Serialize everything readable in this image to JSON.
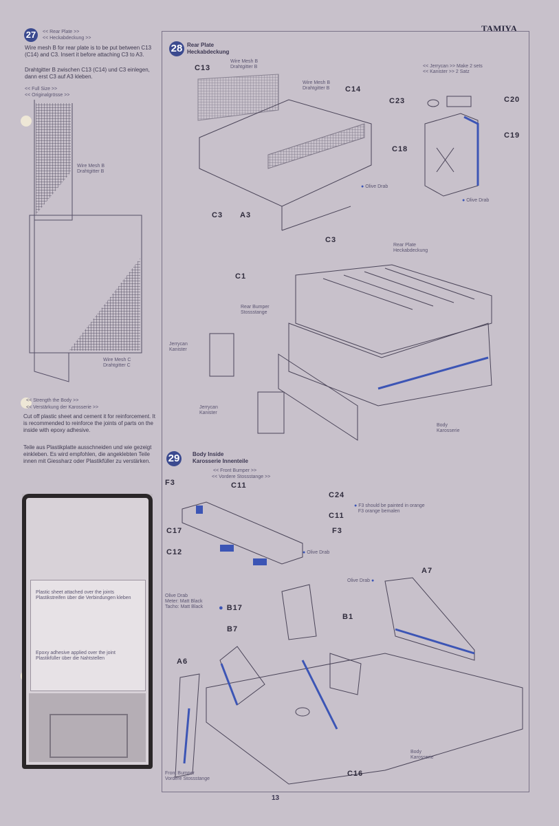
{
  "brand": "TAMIYA",
  "page_number": "13",
  "step27": {
    "number": "27",
    "title_en": "<< Rear Plate >>",
    "title_de": "<< Heckabdeckung >>",
    "text_en": "Wire mesh B for rear plate is to be put between C13 (C14) and C3. Insert it before attaching C3 to A3.",
    "text_de": "Drahtgitter B zwischen C13 (C14) und C3 einlegen, dann erst C3 auf A3 kleben.",
    "full_size_en": "<< Full Size >>",
    "full_size_de": "<< Originalgrösse >>",
    "mesh_b": [
      "Wire Mesh B",
      "Drahtgitter B"
    ],
    "mesh_c": [
      "Wire Mesh C",
      "Drahtgitter C"
    ]
  },
  "strength": {
    "title_en": "<< Strength the Body >>",
    "title_de": "<< Verstärkung der Karosserie >>",
    "text_en": "Cut off plastic sheet and cement it for reinforcement. It is recommended to reinforce the joints of parts on the inside with epoxy adhesive.",
    "text_de": "Teile aus Plastikplatte ausschneiden und wie gezeigt einkleben. Es wird empfohlen, die angeklebten Teile innen mit Giessharz oder Plastikfüller zu verstärken.",
    "photo_caption1": [
      "Plastic sheet attached over the joints",
      "Plastikstreifen über die Verbindungen kleben"
    ],
    "photo_caption2": [
      "Epoxy adhesive applied over the joint",
      "Plastikfüller über die Nahtstellen"
    ]
  },
  "step28": {
    "number": "28",
    "title_en": "Rear Plate",
    "title_de": "Heckabdeckung",
    "parts": {
      "c13": "C13",
      "c14": "C14",
      "c3a": "C3",
      "a3": "A3",
      "c3b": "C3",
      "c23": "C23",
      "c20": "C20",
      "c19": "C19",
      "c18": "C18",
      "c1": "C1"
    },
    "mesh1": [
      "Wire Mesh B",
      "Drahtgitter B"
    ],
    "mesh2": [
      "Wire Mesh B",
      "Drahtgitter B"
    ],
    "paint1": "Olive Drab",
    "paint2": "Olive Drab",
    "jerry_note": [
      "<< Jerrycan >> Make 2 sets",
      "<< Kanister >> 2 Satz"
    ],
    "rear_plate": [
      "Rear Plate",
      "Heckabdeckung"
    ],
    "rear_bumper": [
      "Rear Bumper",
      "Stossstange"
    ],
    "jerry1": [
      "Jerrycan",
      "Kanister"
    ],
    "jerry2": [
      "Jerrycan",
      "Kanister"
    ],
    "body": [
      "Body",
      "Karosserie"
    ]
  },
  "step29": {
    "number": "29",
    "title_en": "Body Inside",
    "title_de": "Karosserie Innenteile",
    "sub_en": "<< Front Bumper >>",
    "sub_de": "<< Vordere Stossstange >>",
    "parts": {
      "f3a": "F3",
      "c11a": "C11",
      "c24": "C24",
      "c11b": "C11",
      "f3b": "F3",
      "c17": "C17",
      "c12": "C12",
      "a7": "A7",
      "b17": "B17",
      "b7": "B7",
      "b1": "B1",
      "a6": "A6",
      "c16": "C16"
    },
    "f3_note": [
      "F3 should be painted in orange",
      "F3 orange bemalen"
    ],
    "paint1": "Olive Drab",
    "paint2": "Olive Drab",
    "meter_note": [
      "Olive Drab",
      "Meter: Matt Black",
      "Tacho: Matt Black"
    ],
    "body": [
      "Body",
      "Karosserie"
    ],
    "front_bumper": [
      "Front Bumper",
      "Vordere Stossstange"
    ]
  },
  "colors": {
    "step_badge": "#3b4a8f",
    "paint_blue": "#3c55b5",
    "page": "#c8c1cb"
  }
}
